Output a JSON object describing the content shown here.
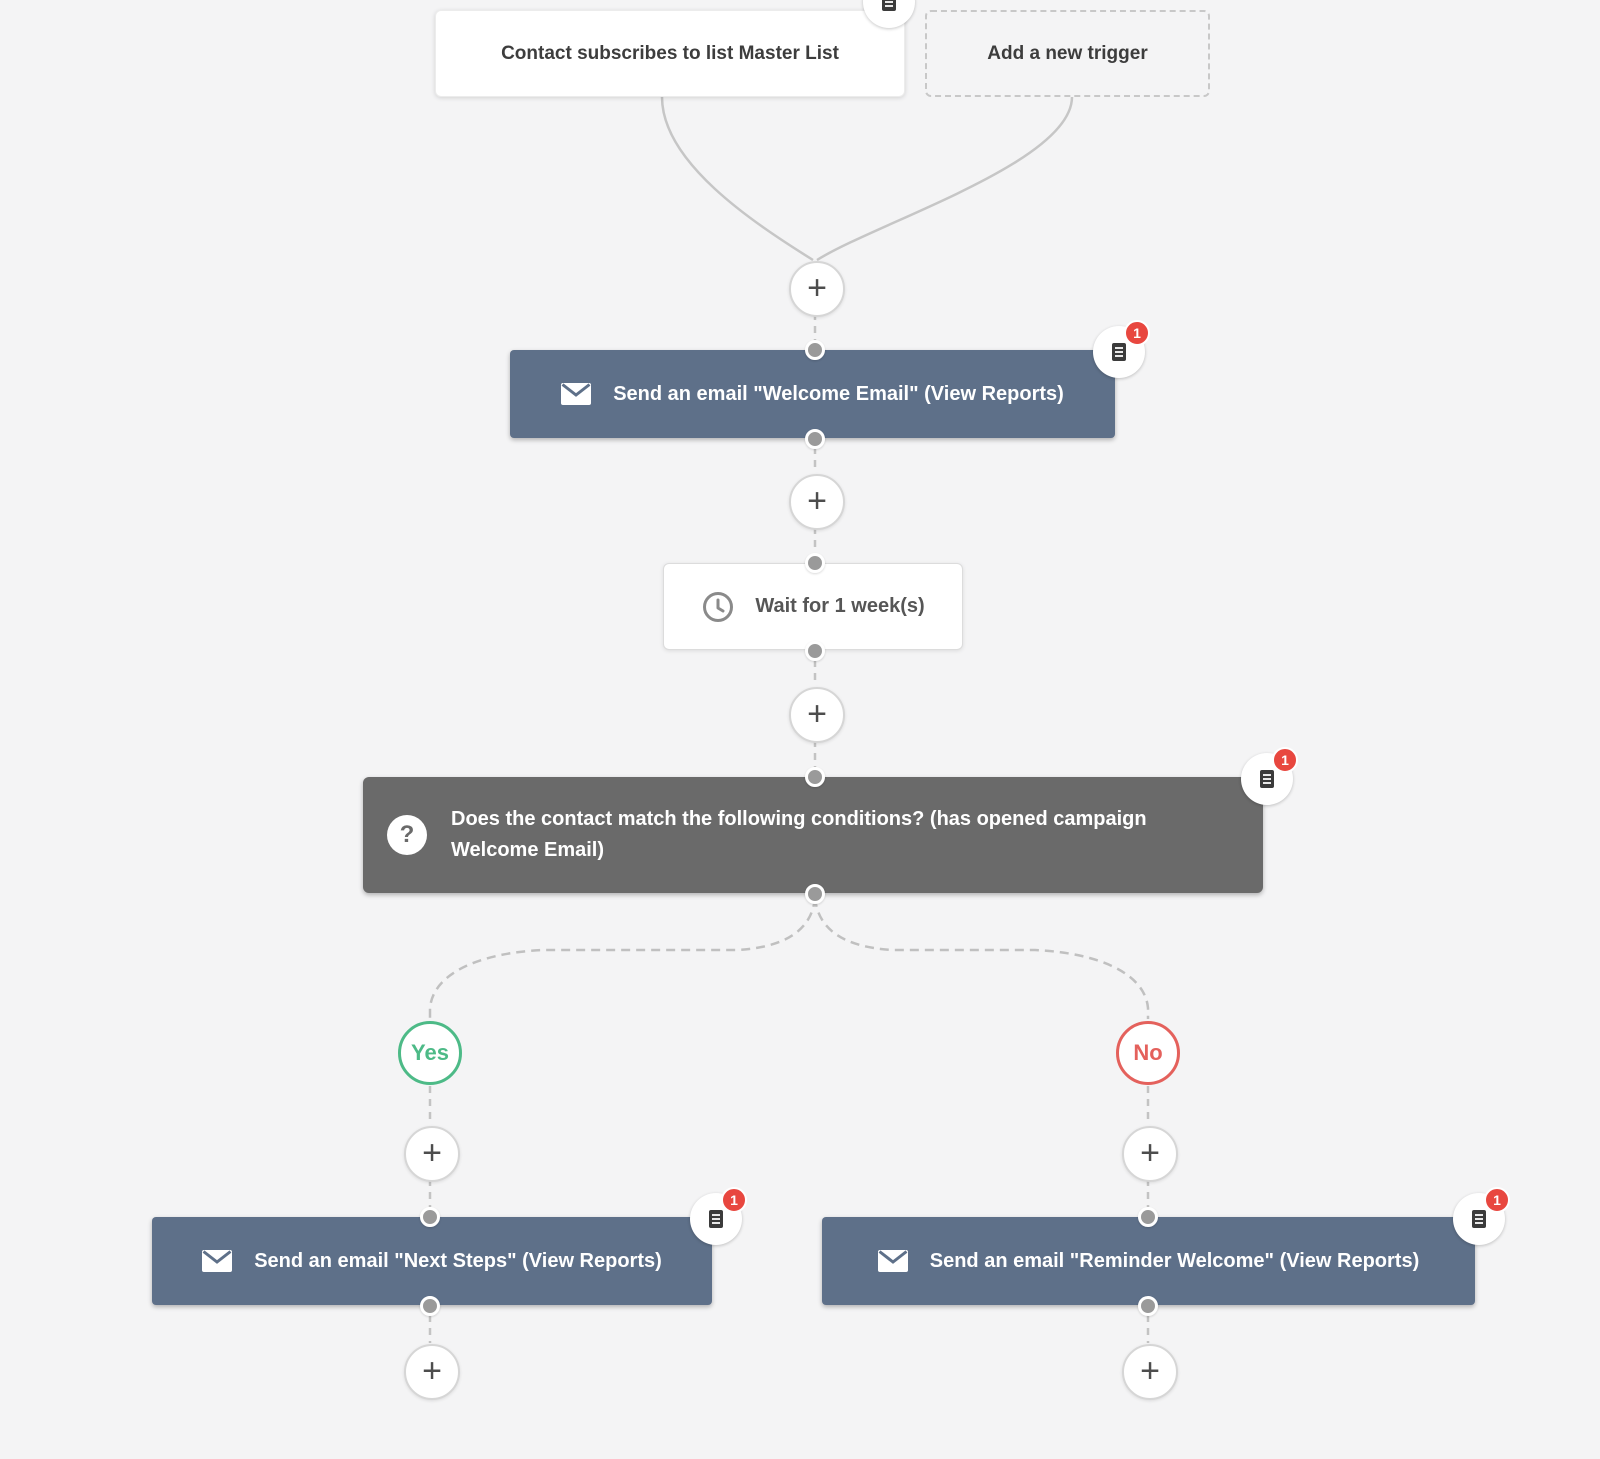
{
  "page": {
    "background": "#f4f4f5"
  },
  "palette": {
    "email_node": "#5e7089",
    "condition_node": "#6a6a6a",
    "yes_green": "#4dba87",
    "no_red": "#e4615c",
    "badge_red": "#e8473f",
    "connector_gray": "#c4c4c4"
  },
  "icons": {
    "plus": "+",
    "question": "?"
  },
  "nodes": {
    "trigger_subscribe": {
      "label": "Contact subscribes to list Master List"
    },
    "add_trigger": {
      "label": "Add a new trigger"
    },
    "email_welcome": {
      "label": "Send an email \"Welcome Email\" (View Reports)",
      "note_count": "1"
    },
    "wait": {
      "label": "Wait for 1 week(s)"
    },
    "condition": {
      "label": "Does the contact match the following conditions? (has opened campaign Welcome Email)",
      "note_count": "1"
    },
    "branch_yes": {
      "label": "Yes"
    },
    "branch_no": {
      "label": "No"
    },
    "email_next_steps": {
      "label": "Send an email \"Next Steps\" (View Reports)",
      "note_count": "1"
    },
    "email_reminder": {
      "label": "Send an email \"Reminder Welcome\" (View Reports)",
      "note_count": "1"
    }
  }
}
